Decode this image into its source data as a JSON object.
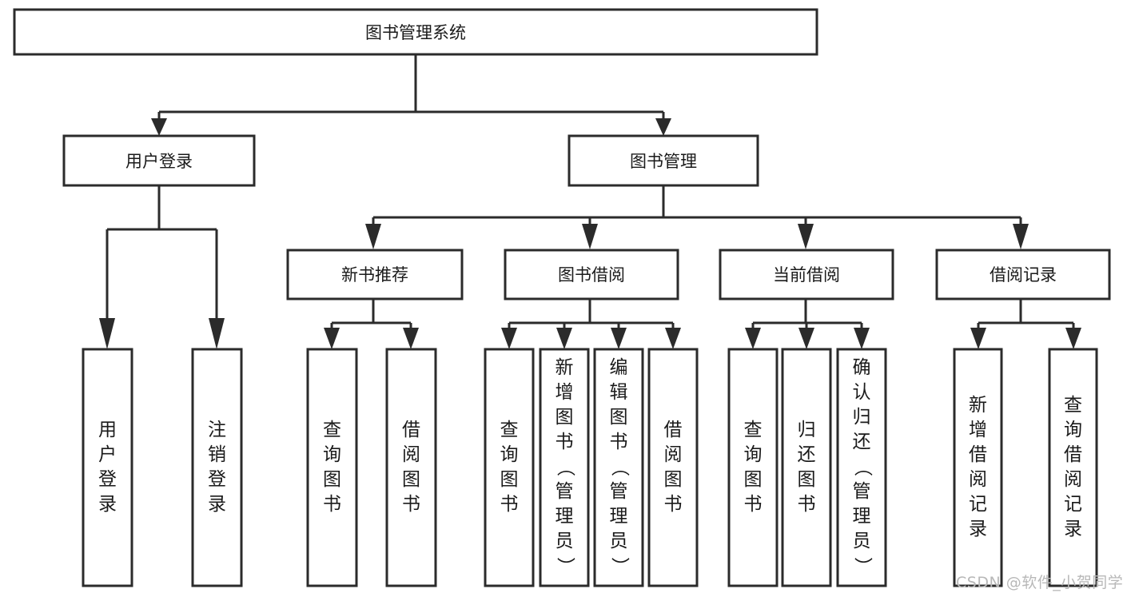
{
  "diagram": {
    "title": "图书管理系统",
    "type": "tree-hierarchy",
    "watermark": "CSDN @软件_小贺同学",
    "colors": {
      "background": "#ffffff",
      "stroke": "#2b2b2b",
      "box_fill": "#ffffff",
      "text": "#1a1a1a",
      "watermark": "#b8b8b8"
    },
    "root": {
      "label": "图书管理系统"
    },
    "level2": [
      {
        "label": "用户登录"
      },
      {
        "label": "图书管理"
      }
    ],
    "level3": [
      {
        "label": "新书推荐"
      },
      {
        "label": "图书借阅"
      },
      {
        "label": "当前借阅"
      },
      {
        "label": "借阅记录"
      }
    ],
    "leaves": {
      "user_login": [
        {
          "label": "用户登录"
        },
        {
          "label": "注销登录"
        }
      ],
      "new_book_recommend": [
        {
          "label": "查询图书"
        },
        {
          "label": "借阅图书"
        }
      ],
      "book_borrow": [
        {
          "label": "查询图书"
        },
        {
          "label": "新增图书（管理员）"
        },
        {
          "label": "编辑图书（管理员）"
        },
        {
          "label": "借阅图书"
        }
      ],
      "current_borrow": [
        {
          "label": "查询图书"
        },
        {
          "label": "归还图书"
        },
        {
          "label": "确认归还（管理员）"
        }
      ],
      "borrow_record": [
        {
          "label": "新增借阅记录"
        },
        {
          "label": "查询借阅记录"
        }
      ]
    }
  }
}
